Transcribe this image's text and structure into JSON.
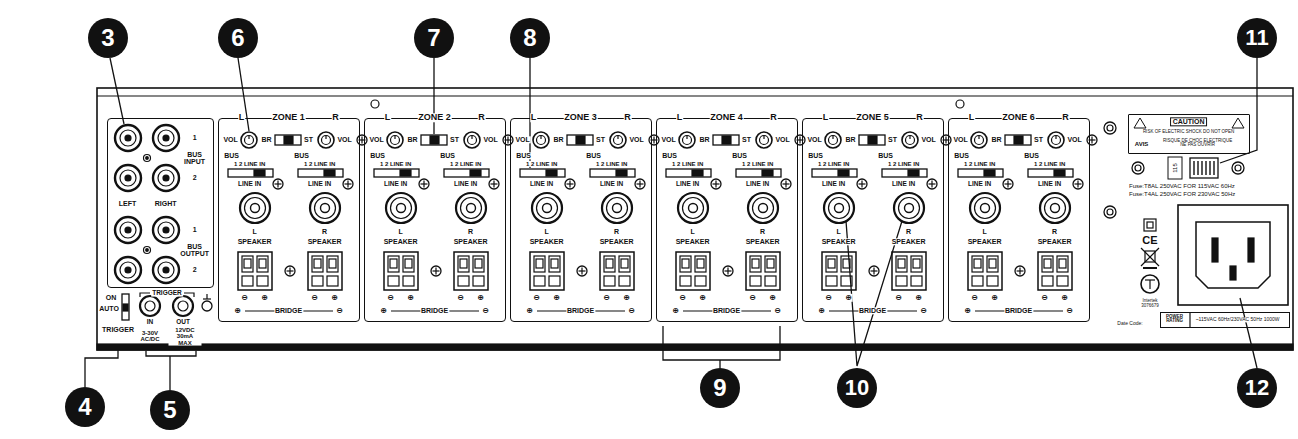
{
  "diagram": {
    "nodes": [
      {
        "text": [
          "1",
          "BUS INPUT",
          "2",
          "LEFT",
          "RIGHT",
          "1",
          "BUS OUTPUT",
          "2"
        ]
      },
      {
        "text": [
          "L",
          "ZONE 1",
          "R",
          "VOL",
          "BR",
          "ST",
          "VOL",
          "BUS",
          "1 2 LINE IN",
          "BUS",
          "1 2 LINE IN",
          "LINE IN",
          "LINE IN",
          "L",
          "SPEAKER",
          "R",
          "SPEAKER",
          "⊖",
          "⊕",
          "⊖",
          "⊕",
          "⊕",
          "BRIDGE",
          "⊖"
        ]
      },
      {
        "text": [
          "L",
          "ZONE 2",
          "R",
          "VOL",
          "BR",
          "ST",
          "VOL",
          "BUS",
          "1 2 LINE IN",
          "BUS",
          "1 2 LINE IN",
          "LINE IN",
          "LINE IN",
          "L",
          "SPEAKER",
          "R",
          "SPEAKER",
          "⊖",
          "⊕",
          "⊖",
          "⊕",
          "⊕",
          "BRIDGE",
          "⊖"
        ]
      },
      {
        "text": [
          "L",
          "ZONE 3",
          "R",
          "VOL",
          "BR",
          "ST",
          "VOL",
          "BUS",
          "1 2 LINE IN",
          "BUS",
          "1 2 LINE IN",
          "LINE IN",
          "LINE IN",
          "L",
          "SPEAKER",
          "R",
          "SPEAKER",
          "⊖",
          "⊕",
          "⊖",
          "⊕",
          "⊕",
          "BRIDGE",
          "⊖"
        ]
      },
      {
        "text": [
          "L",
          "ZONE 4",
          "R",
          "VOL",
          "BR",
          "ST",
          "VOL",
          "BUS",
          "1 2 LINE IN",
          "BUS",
          "1 2 LINE IN",
          "LINE IN",
          "LINE IN",
          "L",
          "SPEAKER",
          "R",
          "SPEAKER",
          "⊖",
          "⊕",
          "⊖",
          "⊕",
          "⊕",
          "BRIDGE",
          "⊖"
        ]
      },
      {
        "text": [
          "L",
          "ZONE 5",
          "R",
          "VOL",
          "BR",
          "ST",
          "VOL",
          "BUS",
          "1 2 LINE IN",
          "BUS",
          "1 2 LINE IN",
          "LINE IN",
          "LINE IN",
          "L",
          "SPEAKER",
          "R",
          "SPEAKER",
          "⊖",
          "⊕",
          "⊖",
          "⊕",
          "⊕",
          "BRIDGE",
          "⊖"
        ]
      },
      {
        "text": [
          "L",
          "ZONE 6",
          "R",
          "VOL",
          "BR",
          "ST",
          "VOL",
          "BUS",
          "1 2 LINE IN",
          "BUS",
          "1 2 LINE IN",
          "LINE IN",
          "LINE IN",
          "L",
          "SPEAKER",
          "R",
          "SPEAKER",
          "⊖",
          "⊕",
          "⊖",
          "⊕",
          "⊕",
          "BRIDGE",
          "⊖"
        ]
      },
      {
        "text": [
          "CAUTION",
          "RISK OF ELECTRIC SHOCK DO NOT OPEN",
          "AVIS",
          "RISQUE DE CHOC ELECTRIQUE NE PAS OUVRIR"
        ]
      },
      {
        "text": [
          "POWER RATING",
          "~115VAC 60Hz/230VAC 50Hz 1000W"
        ]
      }
    ],
    "labels": [
      "3",
      "6",
      "7",
      "8",
      "11",
      "4",
      "5",
      "9",
      "10",
      "12",
      "ON",
      "AUTO",
      "TRIGGER",
      "TRIGGER",
      "IN",
      "3-30V AC/DC",
      "OUT",
      "12VDC 30mA MAX",
      "115",
      "Fuse:T8AL 250VAC FOR 115VAC 60Hz",
      "Fuse:T4AL 250VAC FOR 230VAC 50Hz",
      "CE",
      "Intertek 3076679",
      "Date Code:"
    ]
  }
}
